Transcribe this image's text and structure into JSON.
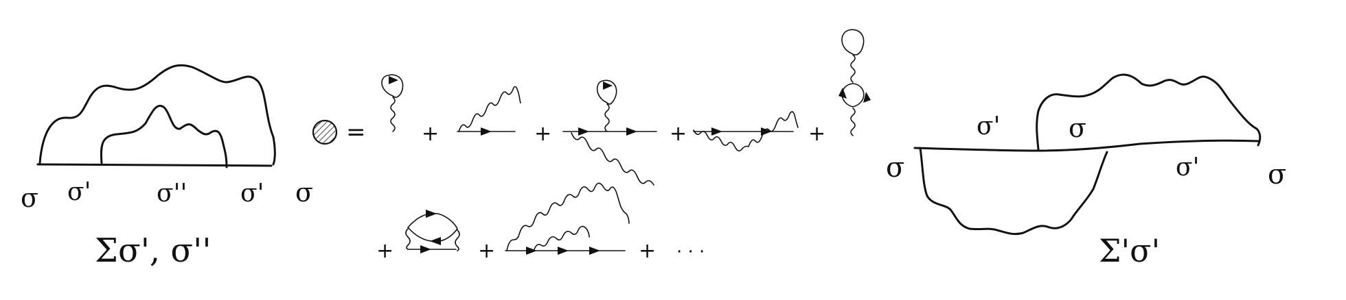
{
  "left_figure": {
    "labels": [
      "σ",
      "σ'",
      "σ''",
      "σ'",
      "σ"
    ],
    "sum_label": "Σσ', σ''"
  },
  "expansion": {
    "equals": "=",
    "plus": "+",
    "ellipsis": "· · ·"
  },
  "right_figure": {
    "labels": [
      "σ",
      "σ'",
      "σ",
      "σ'",
      "σ"
    ],
    "sum_label": "Σ'σ'"
  },
  "colors": {
    "ink": "#111111",
    "background": "#ffffff"
  }
}
